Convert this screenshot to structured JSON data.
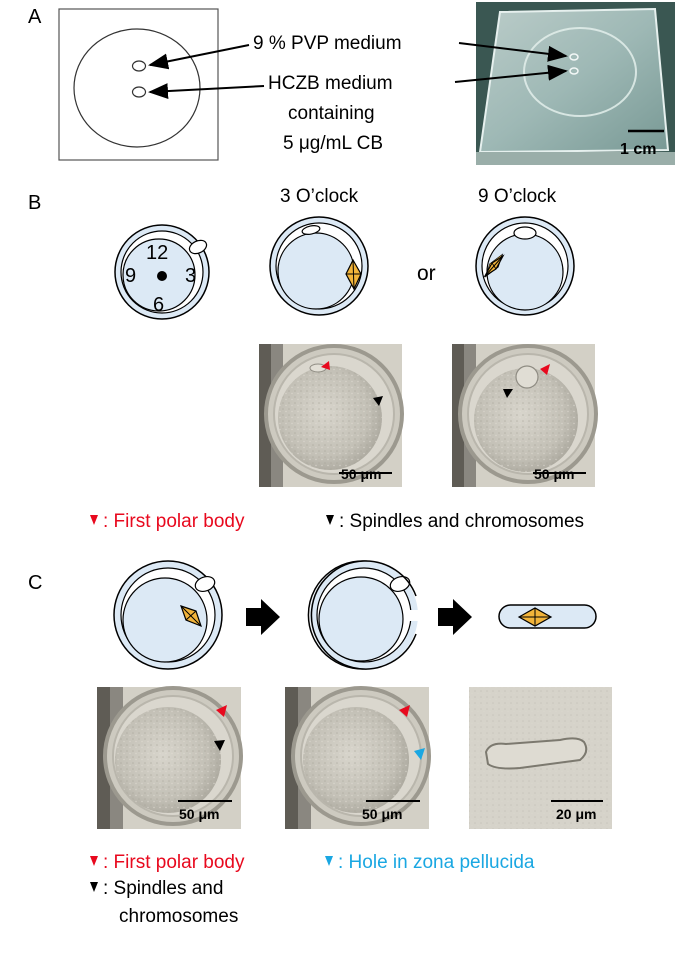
{
  "panels": {
    "a": "A",
    "b": "B",
    "c": "C"
  },
  "panel_a": {
    "label_pvp": "9 % PVP medium",
    "label_hczb_1": "HCZB medium",
    "label_hczb_2": "containing",
    "label_hczb_3": "5 μg/mL CB",
    "scale": "1 cm"
  },
  "panel_b": {
    "clock_12": "12",
    "clock_3": "3",
    "clock_6": "6",
    "clock_9": "9",
    "title_3": "3 O’clock",
    "title_9": "9 O’clock",
    "or": "or",
    "scale_1": "50 μm",
    "scale_2": "50 μm",
    "legend_red": ": First polar body",
    "legend_black": ": Spindles and chromosomes"
  },
  "panel_c": {
    "scale_1": "50 μm",
    "scale_2": "50 μm",
    "scale_3": "20 μm",
    "legend_red": ": First polar body",
    "legend_cyan": ": Hole in zona pellucida",
    "legend_black_1": ": Spindles and",
    "legend_black_2": "chromosomes"
  },
  "colors": {
    "cytoplasm": "#dce9f5",
    "spindle": "#f2b43a",
    "red_arrow": "#e8091e",
    "cyan_arrow": "#1aa7e2"
  }
}
